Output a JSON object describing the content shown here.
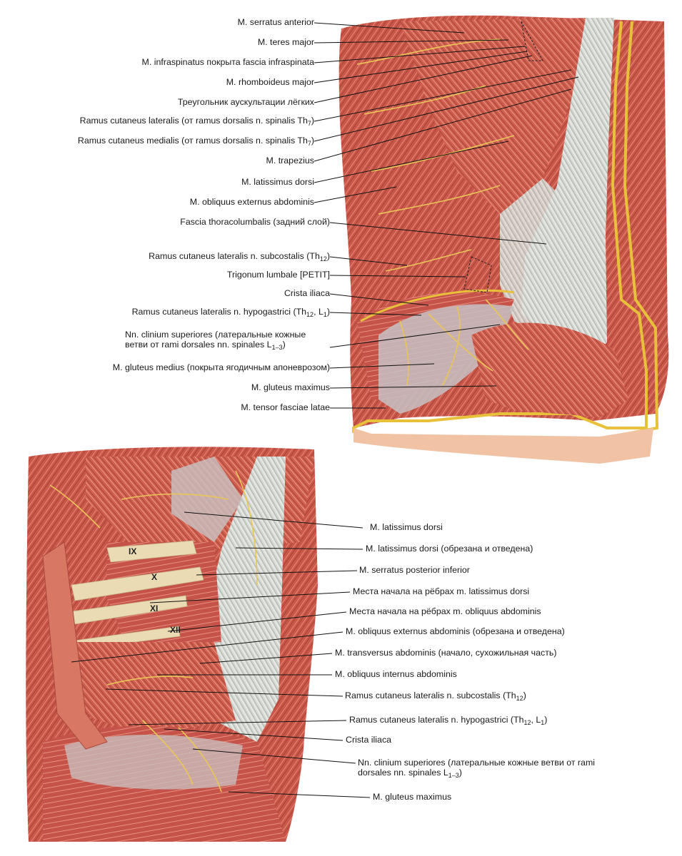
{
  "figure_top": {
    "labels": [
      "M. serratus anterior",
      "M. teres major",
      "M. infraspinatus покрыта fascia infraspinata",
      "M. rhomboideus major",
      "Треугольник аускультации лёгких",
      {
        "pre": "Ramus cutaneus lateralis (от ramus dorsalis n. spinalis Th",
        "sub": "7",
        "post": ")"
      },
      {
        "pre": "Ramus cutaneus medialis (от ramus dorsalis n. spinalis Th",
        "sub": "7",
        "post": ")"
      },
      "M. trapezius",
      "M. latissimus dorsi",
      "M. obliquus externus abdominis",
      "Fascia thoracolumbalis (задний слой)",
      {
        "pre": "Ramus cutaneus lateralis n. subcostalis (Th",
        "sub": "12",
        "post": ")"
      },
      "Trigonum lumbale [PETIT]",
      "Crista iliaca",
      {
        "pre": "Ramus cutaneus lateralis n. hypogastrici (Th",
        "sub": "12",
        "mid": ", L",
        "sub2": "1",
        "post": ")"
      },
      {
        "line1": "Nn. clinium superiores (латеральные кожные",
        "pre": "ветви от rami dorsales nn. spinales L",
        "sub": "1–3",
        "post": ")"
      },
      "M. gluteus medius (покрыта ягодичным апоневрозом)",
      "M. gluteus maximus",
      "M. tensor fasciae latae"
    ]
  },
  "figure_bottom": {
    "rib_numbers": [
      "IX",
      "X",
      "XI",
      "XII"
    ],
    "labels": [
      "M. latissimus dorsi",
      "M. latissimus dorsi (обрезана и отведена)",
      "M. serratus posterior inferior",
      "Места начала на рёбрах m. latissimus dorsi",
      "Места начала на рёбрах m. obliquus abdominis",
      "M. obliquus externus abdominis (обрезана и отведена)",
      "M. transversus abdominis (начало, сухожильная часть)",
      "M. obliquus internus abdominis",
      {
        "pre": "Ramus cutaneus lateralis n. subcostalis (Th",
        "sub": "12",
        "post": ")"
      },
      {
        "pre": "Ramus cutaneus lateralis n. hypogastrici (Th",
        "sub": "12",
        "mid": ", L",
        "sub2": "1",
        "post": ")"
      },
      "Crista iliaca",
      {
        "line1": "Nn. clinium superiores (латеральные кожные ветви от rami",
        "pre": "dorsales nn. spinales L",
        "sub": "1–3",
        "post": ")"
      },
      "M. gluteus maximus"
    ]
  }
}
